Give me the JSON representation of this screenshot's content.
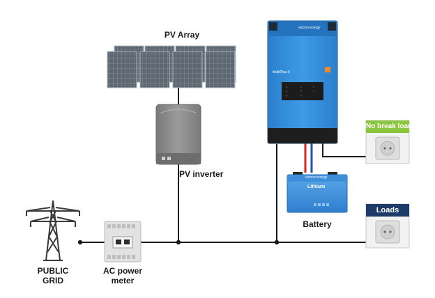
{
  "labels": {
    "pv_array": "PV Array",
    "pv_inverter": "PV inverter",
    "battery": "Battery",
    "public_grid": [
      "PUBLIC",
      "GRID"
    ],
    "ac_power_meter": [
      "AC power",
      "meter"
    ],
    "no_break_loads": "No break loads",
    "loads": "Loads"
  },
  "device_text": {
    "inverter_brand": "victron energy",
    "inverter_model": "MultiPlus-II",
    "battery_brand": "victron energy",
    "battery_model": "Lithium"
  },
  "colors": {
    "wire": "#1a1a1a",
    "dc_positive": "#d12a1f",
    "dc_negative": "#1f4fb8",
    "victron_blue": "#2f8fd8",
    "no_break_green": "#8cc63f",
    "loads_navy": "#1e3a68",
    "panel": "#5f6b75",
    "inverter_grey": "#8a8a8a"
  }
}
